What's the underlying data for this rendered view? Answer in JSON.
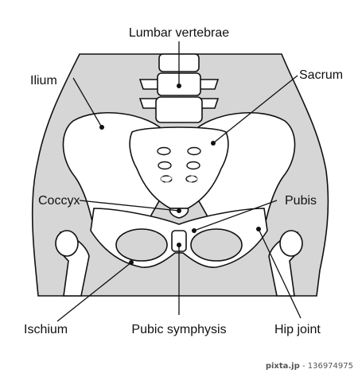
{
  "labels": {
    "lumbar": "Lumbar vertebrae",
    "ilium": "Ilium",
    "sacrum": "Sacrum",
    "coccyx": "Coccyx",
    "pubis": "Pubis",
    "ischium": "Ischium",
    "symphysis": "Pubic symphysis",
    "hip": "Hip joint"
  },
  "watermark": "PIXTA",
  "credit": {
    "logo": "pixta.jp",
    "separator": " - ",
    "id": "136974975"
  },
  "colors": {
    "body_fill": "#d6d6d6",
    "bone_fill": "#ffffff",
    "outline": "#111111",
    "background": "#ffffff"
  }
}
